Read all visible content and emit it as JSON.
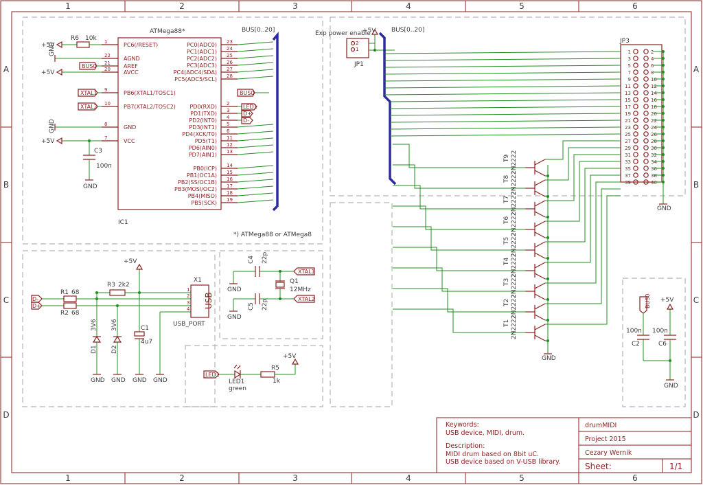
{
  "frame": {
    "columns": [
      "1",
      "2",
      "3",
      "4",
      "5",
      "6"
    ],
    "rows": [
      "A",
      "B",
      "C",
      "D"
    ]
  },
  "mcu": {
    "ref": "IC1",
    "value": "ATMega88*",
    "note": "*) ATMega88 or ATMega8",
    "left_pins": [
      {
        "num": "1",
        "name": "PC6(/RESET)"
      },
      {
        "num": "22",
        "name": "AGND"
      },
      {
        "num": "21",
        "name": "AREF"
      },
      {
        "num": "20",
        "name": "AVCC"
      },
      {
        "num": "9",
        "name": "PB6(XTAL1/TOSC1)"
      },
      {
        "num": "10",
        "name": "PB7(XTAL2/TOSC2)"
      },
      {
        "num": "8",
        "name": "GND"
      },
      {
        "num": "7",
        "name": "VCC"
      }
    ],
    "right_pins": [
      {
        "num": "23",
        "name": "PC0(ADC0)"
      },
      {
        "num": "24",
        "name": "PC1(ADC1)"
      },
      {
        "num": "25",
        "name": "PC2(ADC2)"
      },
      {
        "num": "26",
        "name": "PC3(ADC3)"
      },
      {
        "num": "27",
        "name": "PC4(ADC4/SDA)"
      },
      {
        "num": "28",
        "name": "PC5(ADC5/SCL)"
      },
      {
        "num": "2",
        "name": "PD0(RXD)"
      },
      {
        "num": "3",
        "name": "PD1(TXD)"
      },
      {
        "num": "4",
        "name": "PD2(INT0)"
      },
      {
        "num": "5",
        "name": "PD3(INT1)"
      },
      {
        "num": "6",
        "name": "PD4(XCK/T0)"
      },
      {
        "num": "11",
        "name": "PD5(T1)"
      },
      {
        "num": "12",
        "name": "PD6(AIN0)"
      },
      {
        "num": "13",
        "name": "PD7(AIN1)"
      },
      {
        "num": "14",
        "name": "PB0(ICP)"
      },
      {
        "num": "15",
        "name": "PB1(OC1A)"
      },
      {
        "num": "16",
        "name": "PB2(SS/OC1B)"
      },
      {
        "num": "17",
        "name": "PB3(MOSI/OC2)"
      },
      {
        "num": "18",
        "name": "PB4(MISO)"
      },
      {
        "num": "19",
        "name": "PB5(SCK)"
      }
    ]
  },
  "labels": {
    "bus1": "BUS[0..20]",
    "bus2": "BUS[0..20]",
    "r6_ref": "R6",
    "r6_val": "10k",
    "c3_ref": "C3",
    "c3_val": "100n",
    "p5v": "+5V",
    "gnd": "GND",
    "bus0": "BUS0",
    "xtal1": "XTAL1",
    "xtal2": "XTAL2",
    "led1": "LED1",
    "dplus": "D+",
    "dminus": "D-",
    "r1_ref": "R1",
    "r1_val": "68",
    "r2_ref": "R2",
    "r2_val": "68",
    "r3_ref": "R3",
    "r3_val": "2k2",
    "d1_ref": "D1",
    "d1_val": "3V6",
    "d2_ref": "D2",
    "d2_val": "3V6",
    "c1_ref": "C1",
    "c1_val": "4u7",
    "x1_ref": "X1",
    "x1_body": "USB",
    "x1_val": "USB_PORT",
    "c4_ref": "C4",
    "c4_val": "22p",
    "c5_ref": "C5",
    "c5_val": "22p",
    "q1_ref": "Q1",
    "q1_val": "12MHz",
    "led_ref": "LED1",
    "led_val": "green",
    "r5_ref": "R5",
    "r5_val": "1k",
    "jp1_title": "Exp power enable",
    "jp1_ref": "JP1",
    "jp3_ref": "JP3",
    "c2_ref": "C2",
    "c2_val": "100n",
    "c6_ref": "C6",
    "c6_val": "100n",
    "trans_val": "2N2222"
  },
  "transistors": [
    "T9",
    "T8",
    "T7",
    "T6",
    "T5",
    "T4",
    "T3",
    "T2",
    "T1"
  ],
  "jp3_pins": {
    "left": [
      "1",
      "3",
      "5",
      "7",
      "9",
      "11",
      "13",
      "15",
      "17",
      "19",
      "21",
      "23",
      "25",
      "27",
      "29",
      "31",
      "33",
      "35",
      "37",
      "39"
    ],
    "right": [
      "2",
      "4",
      "6",
      "8",
      "10",
      "12",
      "14",
      "16",
      "18",
      "20",
      "22",
      "24",
      "26",
      "28",
      "30",
      "32",
      "34",
      "36",
      "38",
      "40"
    ]
  },
  "title_block": {
    "keywords_label": "Keywords:",
    "keywords": "USB device, MIDI, drum.",
    "description_label": "Description:",
    "description_line1": "MIDI drum based on 8bit uC.",
    "description_line2": "USB device based on V-USB library.",
    "title": "drumMIDI",
    "project": "Project 2015",
    "author": "Cezary Wernik",
    "sheet_label": "Sheet:",
    "sheet_value": "1/1"
  }
}
